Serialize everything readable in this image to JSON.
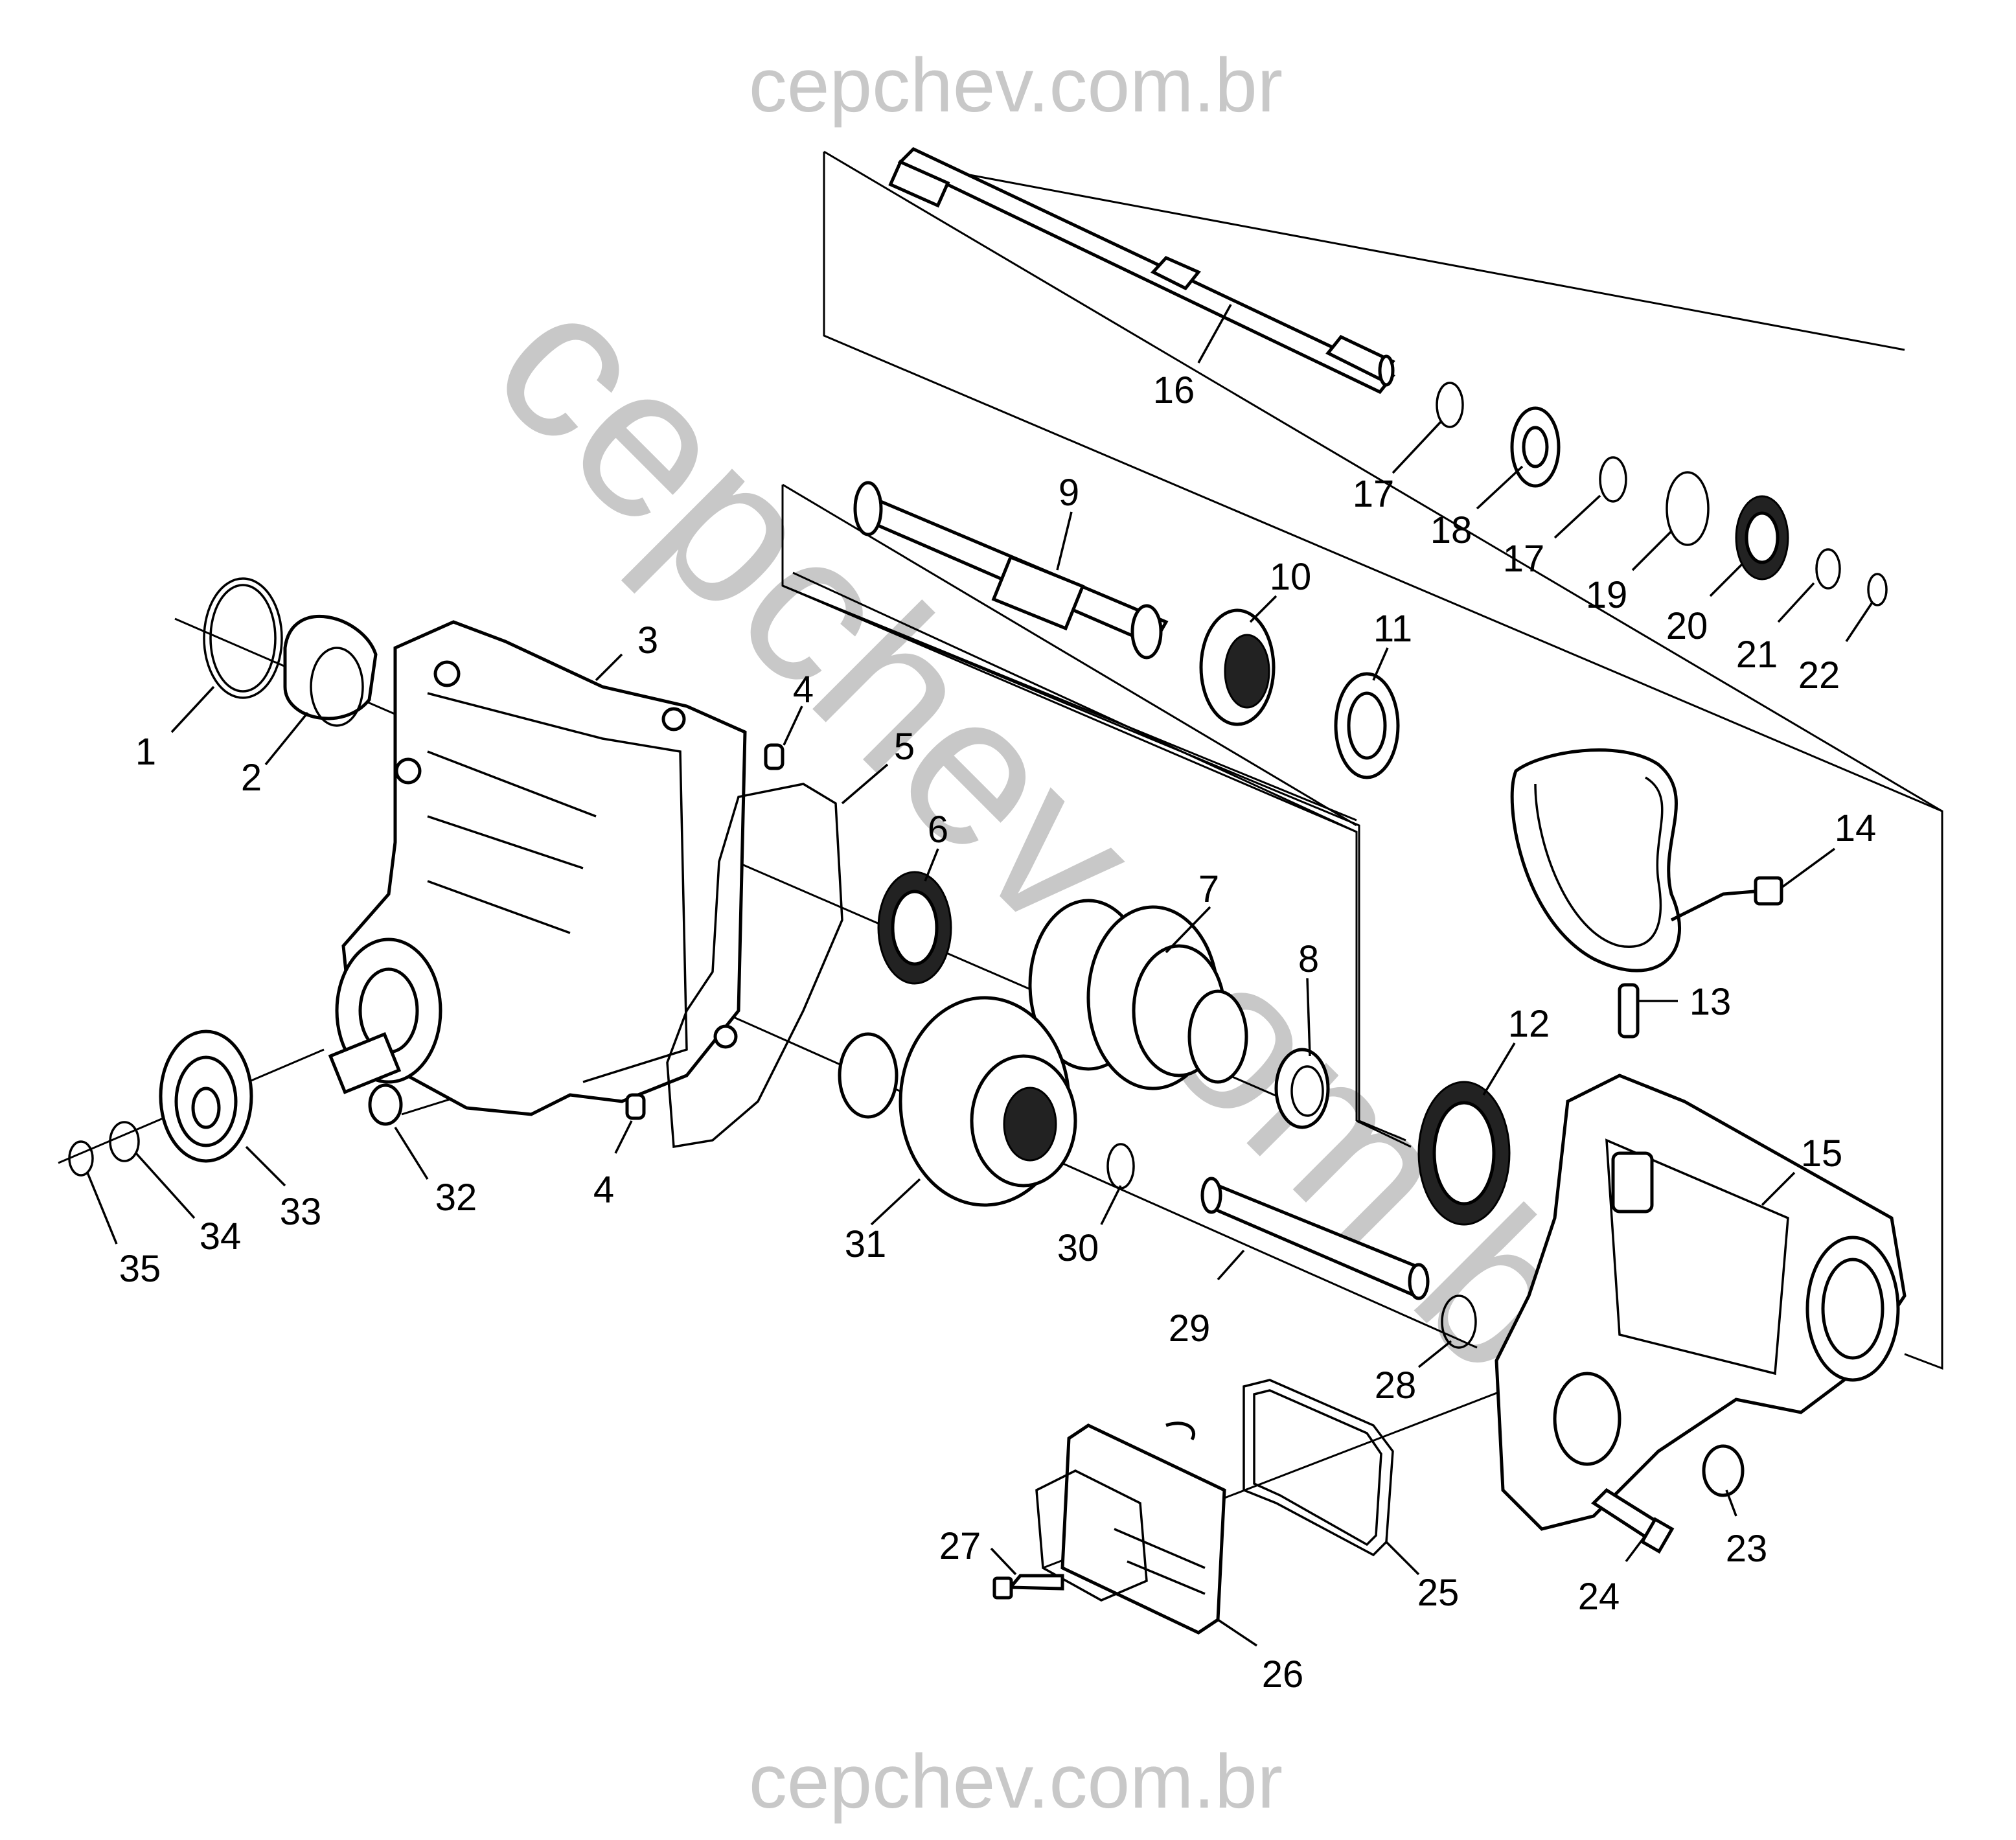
{
  "watermarks": {
    "top": "cepchev.com.br",
    "bottom": "cepchev.com.br",
    "diagonal": "cepchev.com.br"
  },
  "callouts": [
    {
      "id": "1",
      "text": "1"
    },
    {
      "id": "2",
      "text": "2"
    },
    {
      "id": "3",
      "text": "3"
    },
    {
      "id": "4a",
      "text": "4"
    },
    {
      "id": "4b",
      "text": "4"
    },
    {
      "id": "5",
      "text": "5"
    },
    {
      "id": "6",
      "text": "6"
    },
    {
      "id": "7",
      "text": "7"
    },
    {
      "id": "8",
      "text": "8"
    },
    {
      "id": "9",
      "text": "9"
    },
    {
      "id": "10",
      "text": "10"
    },
    {
      "id": "11",
      "text": "11"
    },
    {
      "id": "12",
      "text": "12"
    },
    {
      "id": "13",
      "text": "13"
    },
    {
      "id": "14",
      "text": "14"
    },
    {
      "id": "15",
      "text": "15"
    },
    {
      "id": "16",
      "text": "16"
    },
    {
      "id": "17a",
      "text": "17"
    },
    {
      "id": "17b",
      "text": "17"
    },
    {
      "id": "18",
      "text": "18"
    },
    {
      "id": "19",
      "text": "19"
    },
    {
      "id": "20",
      "text": "20"
    },
    {
      "id": "21",
      "text": "21"
    },
    {
      "id": "22",
      "text": "22"
    },
    {
      "id": "23",
      "text": "23"
    },
    {
      "id": "24",
      "text": "24"
    },
    {
      "id": "25",
      "text": "25"
    },
    {
      "id": "26",
      "text": "26"
    },
    {
      "id": "27",
      "text": "27"
    },
    {
      "id": "28",
      "text": "28"
    },
    {
      "id": "29",
      "text": "29"
    },
    {
      "id": "30",
      "text": "30"
    },
    {
      "id": "31",
      "text": "31"
    },
    {
      "id": "32",
      "text": "32"
    },
    {
      "id": "33",
      "text": "33"
    },
    {
      "id": "34",
      "text": "34"
    },
    {
      "id": "35",
      "text": "35"
    }
  ]
}
